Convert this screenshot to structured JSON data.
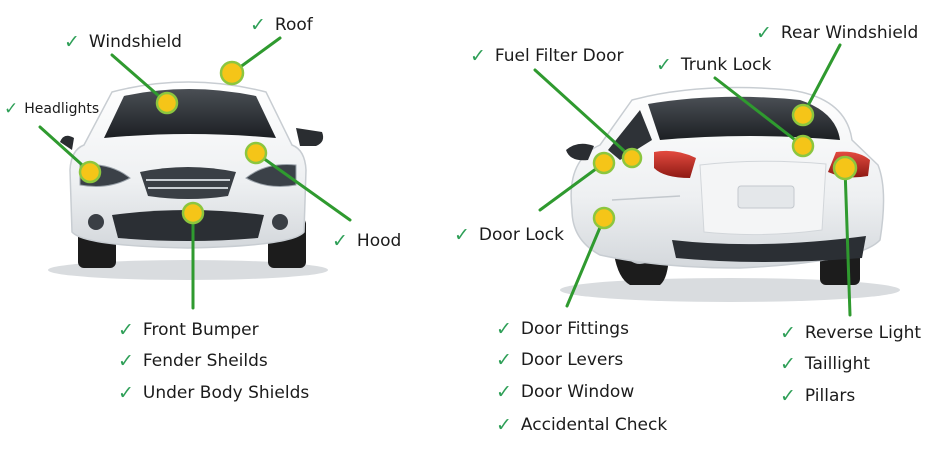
{
  "check_icon": "check-icon",
  "colors": {
    "leader": "#2f9a2f",
    "marker": "#f5c518",
    "marker_ring": "#8cc63f",
    "check": "#2e9f57"
  },
  "front": {
    "callouts": [
      {
        "id": "roof",
        "label": "Roof"
      },
      {
        "id": "windshield",
        "label": "Windshield"
      },
      {
        "id": "headlights",
        "label": "Headlights"
      },
      {
        "id": "hood",
        "label": "Hood"
      }
    ],
    "bumper_group": [
      "Front Bumper",
      "Fender Sheilds",
      "Under Body Shields"
    ]
  },
  "rear": {
    "callouts": [
      {
        "id": "rear-windshield",
        "label": "Rear Windshield"
      },
      {
        "id": "fuel-filter-door",
        "label": "Fuel Filter Door"
      },
      {
        "id": "trunk-lock",
        "label": "Trunk Lock"
      },
      {
        "id": "door-lock",
        "label": "Door Lock"
      }
    ],
    "door_group": [
      "Door Fittings",
      "Door Levers",
      "Door Window",
      "Accidental Check"
    ],
    "light_group": [
      "Reverse Light",
      "Taillight",
      "Pillars"
    ]
  }
}
